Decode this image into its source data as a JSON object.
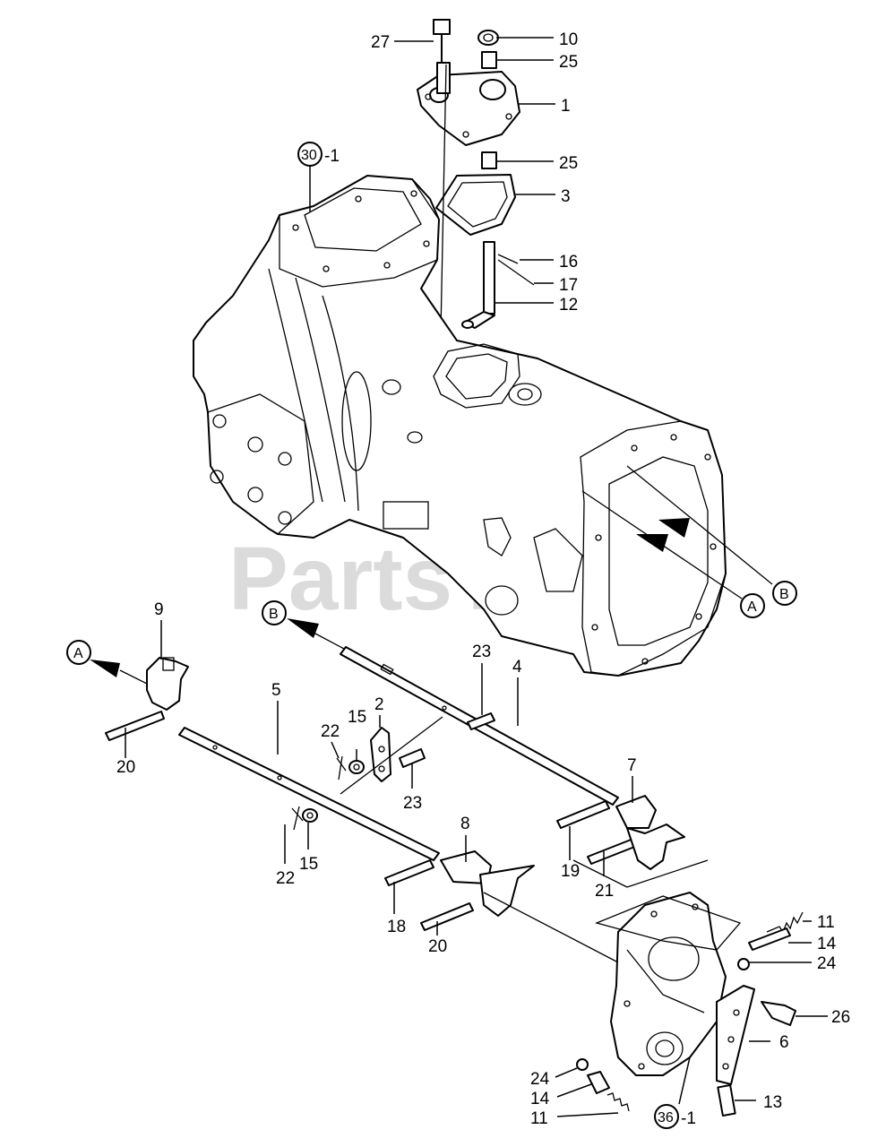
{
  "watermark": "PartsTree",
  "callouts": {
    "c27": "27",
    "c10": "10",
    "c25a": "25",
    "c1": "1",
    "c25b": "25",
    "c3": "3",
    "c16": "16",
    "c17": "17",
    "c12": "12",
    "c30": "30",
    "c30s": "-1",
    "c9": "9",
    "c23a": "23",
    "c4": "4",
    "c5": "5",
    "c22a": "22",
    "c15a": "15",
    "c2": "2",
    "c20a": "20",
    "c23b": "23",
    "c7": "7",
    "c8": "8",
    "c22b": "22",
    "c15b": "15",
    "c19": "19",
    "c21": "21",
    "c18": "18",
    "c20b": "20",
    "c11a": "11",
    "c14a": "14",
    "c24a": "24",
    "c26": "26",
    "c6": "6",
    "c24b": "24",
    "c14b": "14",
    "c11b": "11",
    "c36": "36",
    "c36s": "-1",
    "c13": "13"
  },
  "markers": {
    "a_top": "A",
    "b_top": "B",
    "a_left": "A",
    "b_left": "B"
  },
  "colors": {
    "line": "#000000",
    "background": "#ffffff",
    "watermark": "#cfcfcf"
  }
}
